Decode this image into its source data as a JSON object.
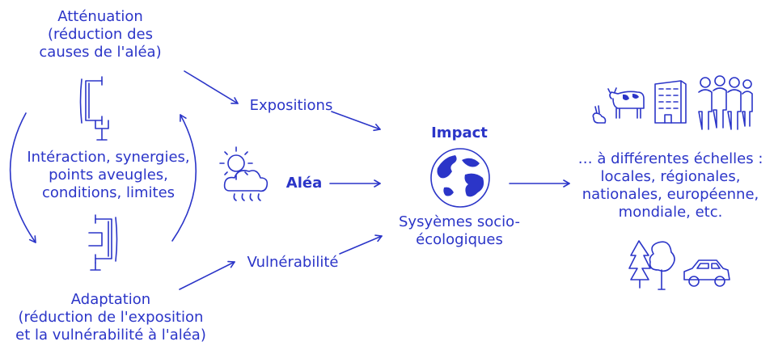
{
  "colors": {
    "ink": "#2b35c8",
    "background": "#ffffff"
  },
  "attenuation": {
    "line1": "Atténuation",
    "line2": "(réduction des",
    "line3": "causes de l'aléa)"
  },
  "interaction": {
    "line1": "Intéraction, synergies,",
    "line2": "points aveugles,",
    "line3": "conditions, limites"
  },
  "adaptation": {
    "line1": "Adaptation",
    "line2": "(réduction de l'exposition",
    "line3": "et la vulnérabilité à l'aléa)"
  },
  "expositions": "Expositions",
  "alea": "Aléa",
  "vulnerabilite": "Vulnérabilité",
  "impact": {
    "title": "Impact",
    "line1": "Sysyèmes socio-",
    "line2": "écologiques"
  },
  "scales": {
    "line1": "… à différentes échelles :",
    "line2": "locales, régionales,",
    "line3": "nationales, européenne,",
    "line4": "mondiale, etc."
  },
  "icons": [
    "clamp-icon",
    "weather-icon",
    "globe-icon",
    "cow-icon",
    "rabbit-icon",
    "building-icon",
    "people-icon",
    "trees-icon",
    "car-icon"
  ]
}
